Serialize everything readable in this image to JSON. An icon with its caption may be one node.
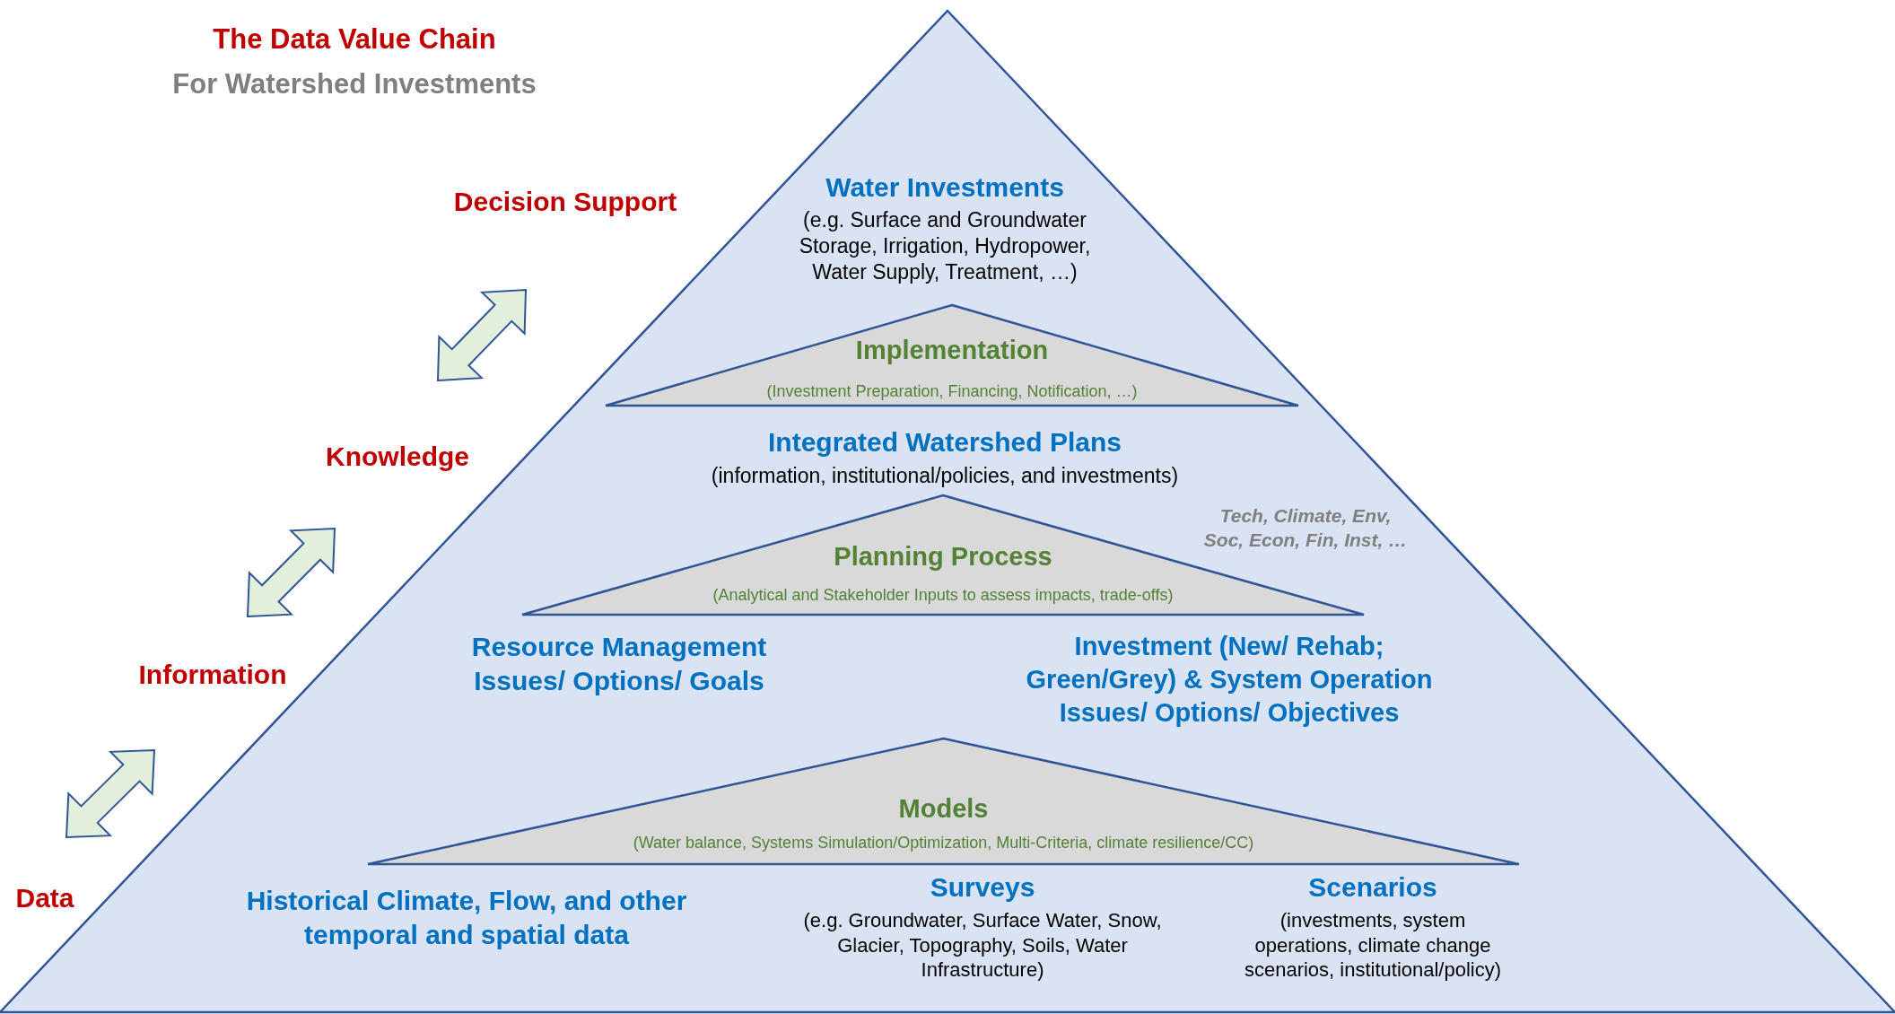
{
  "diagram": {
    "title": "The Data Value Chain",
    "nodes": [
      {
        "text": [],
        "shape": "triangle"
      },
      {
        "text": [
          "Implementation",
          "(Investment Preparation, Financing, Notification, …)"
        ],
        "in": 0
      },
      {
        "text": [
          "Planning Process",
          "(Analytical and Stakeholder Inputs to assess impacts, trade-offs)"
        ],
        "in": 0
      },
      {
        "text": [
          "Models",
          "(Water balance, Systems Simulation/Optimization, Multi-Criteria, climate resilience/CC)"
        ],
        "in": 0
      },
      {
        "text": [
          "Decision Support"
        ]
      },
      {
        "text": [
          "Knowledge"
        ]
      },
      {
        "text": [
          "Information"
        ]
      },
      {
        "text": [
          "Data"
        ]
      }
    ],
    "edges": [
      {
        "from": 5,
        "to": 4,
        "arrow": "both"
      },
      {
        "from": 6,
        "to": 5,
        "arrow": "both"
      },
      {
        "from": 7,
        "to": 6,
        "arrow": "both"
      }
    ],
    "labels": [
      "For Watershed Investments",
      "Water Investments",
      "(e.g. Surface and Groundwater Storage, Irrigation, Hydropower, Water Supply, Treatment, …)",
      "Integrated Watershed Plans",
      "(information, institutional/policies, and investments)",
      "Tech, Climate, Env, Soc, Econ, Fin, Inst, …",
      "Resource Management Issues/ Options/ Goals",
      "Investment (New/ Rehab; Green/Grey) & System Operation Issues/ Options/ Objectives",
      "Historical Climate, Flow, and other temporal and spatial data",
      "Surveys",
      "(e.g. Groundwater, Surface Water, Snow, Glacier, Topography, Soils, Water Infrastructure)",
      "Scenarios",
      "(investments, system operations, climate change scenarios, institutional/policy)"
    ]
  }
}
